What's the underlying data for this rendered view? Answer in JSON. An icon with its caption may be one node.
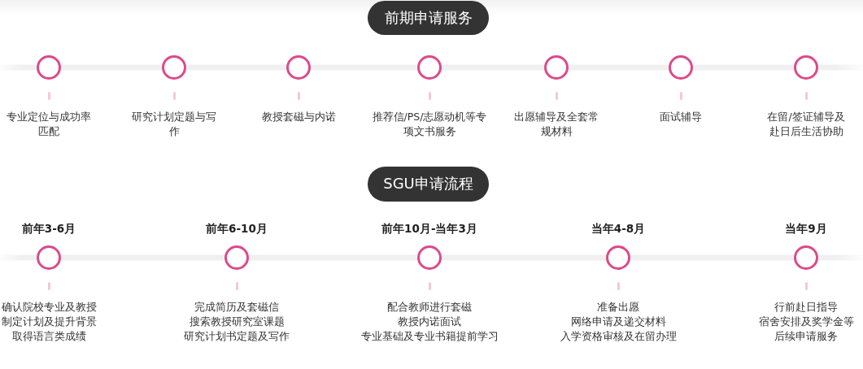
{
  "diagram": {
    "nodes": [
      {
        "text": [
          "前期申请服务"
        ]
      },
      {
        "text": [],
        "shape": "circle",
        "beside": [
          "专业定位与成功率匹配"
        ]
      },
      {
        "text": [],
        "shape": "circle",
        "beside": [
          "研究计划定题与写作"
        ]
      },
      {
        "text": [],
        "shape": "circle",
        "beside": [
          "教授套磁与内诺"
        ]
      },
      {
        "text": [],
        "shape": "circle",
        "beside": [
          "推荐信/PS/志愿动机等专项文书服务"
        ]
      },
      {
        "text": [],
        "shape": "circle",
        "beside": [
          "出愿辅导及全套常规材料"
        ]
      },
      {
        "text": [],
        "shape": "circle",
        "beside": [
          "面试辅导"
        ]
      },
      {
        "text": [],
        "shape": "circle",
        "beside": [
          "在留/签证辅导及赴日后生活协助"
        ]
      },
      {
        "text": [
          "SGU申请流程"
        ]
      },
      {
        "text": [],
        "shape": "circle",
        "beside": [
          "前年3-6月",
          "确认院校专业及教授",
          "制定计划及提升背景",
          "取得语言类成绩"
        ]
      },
      {
        "text": [],
        "shape": "circle",
        "beside": [
          "前年6-10月",
          "完成简历及套磁信",
          "搜索教授研究室课题",
          "研究计划书定题及写作"
        ]
      },
      {
        "text": [],
        "shape": "circle",
        "beside": [
          "前年10月-当年3月",
          "配合教师进行套磁",
          "教授内诺面试",
          "专业基础及专业书籍提前学习"
        ]
      },
      {
        "text": [],
        "shape": "circle",
        "beside": [
          "当年4-8月",
          "准备出愿",
          "网络申请及递交材料",
          "入学资格审核及在留办理"
        ]
      },
      {
        "text": [],
        "shape": "circle",
        "beside": [
          "当年9月",
          "行前赴日指导",
          "宿舍安排及奖学金等",
          "后续申请服务"
        ]
      }
    ],
    "edges": [
      {
        "from": null,
        "to": 1,
        "arrow": "none"
      },
      {
        "from": 1,
        "to": 2,
        "arrow": "none"
      },
      {
        "from": 2,
        "to": 3,
        "arrow": "none"
      },
      {
        "from": 3,
        "to": 4,
        "arrow": "none"
      },
      {
        "from": 4,
        "to": 5,
        "arrow": "none"
      },
      {
        "from": 5,
        "to": 6,
        "arrow": "none"
      },
      {
        "from": 6,
        "to": 7,
        "arrow": "none"
      },
      {
        "from": 7,
        "to": null,
        "arrow": "none"
      },
      {
        "from": null,
        "to": 9,
        "arrow": "none"
      },
      {
        "from": 9,
        "to": 10,
        "arrow": "none"
      },
      {
        "from": 10,
        "to": 11,
        "arrow": "none"
      },
      {
        "from": 11,
        "to": 12,
        "arrow": "none"
      },
      {
        "from": 12,
        "to": 13,
        "arrow": "none"
      },
      {
        "from": 13,
        "to": null,
        "arrow": "none"
      }
    ]
  }
}
